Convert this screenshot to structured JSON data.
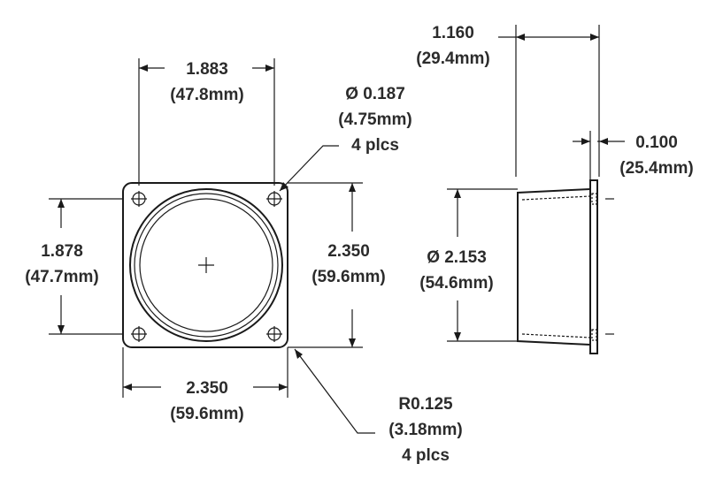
{
  "front_view": {
    "hole_spacing_horizontal": {
      "inch": "1.883",
      "mm": "(47.8mm)"
    },
    "hole_spacing_vertical": {
      "inch": "1.878",
      "mm": "(47.7mm)"
    },
    "flange_height": {
      "inch": "2.350",
      "mm": "(59.6mm)"
    },
    "flange_width": {
      "inch": "2.350",
      "mm": "(59.6mm)"
    },
    "hole_diameter": {
      "inch": "Ø 0.187",
      "mm": "(4.75mm)",
      "qty": "4 plcs"
    },
    "corner_radius": {
      "inch": "R0.125",
      "mm": "(3.18mm)",
      "qty": "4 plcs"
    }
  },
  "side_view": {
    "overall_depth": {
      "inch": "1.160",
      "mm": "(29.4mm)"
    },
    "flange_thickness": {
      "inch": "0.100",
      "mm": "(25.4mm)"
    },
    "body_diameter": {
      "inch": "Ø 2.153",
      "mm": "(54.6mm)"
    }
  }
}
